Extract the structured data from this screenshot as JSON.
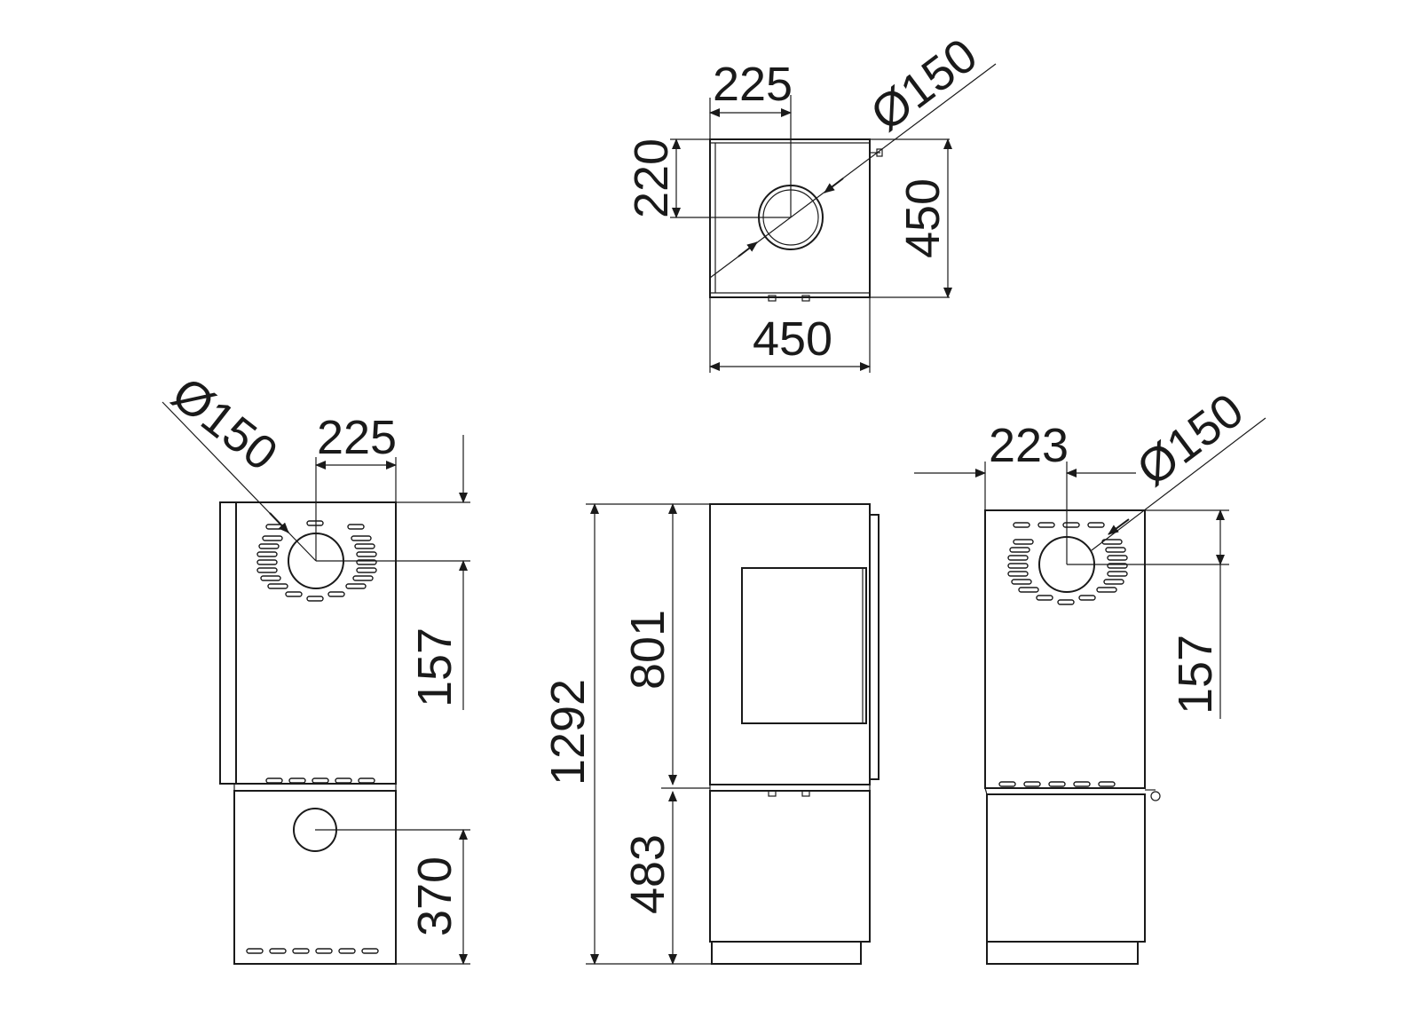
{
  "top_view": {
    "width_label": "450",
    "depth_label": "450",
    "flue_offset_x_label": "225",
    "flue_offset_y_label": "220",
    "flue_diameter_label": "Ø150"
  },
  "left_side_view": {
    "flue_offset_label": "225",
    "flue_diameter_label": "Ø150",
    "flue_height_label": "157",
    "rear_outlet_height_label": "370"
  },
  "front_view": {
    "total_height_label": "1292",
    "upper_height_label": "801",
    "lower_height_label": "483"
  },
  "right_side_view": {
    "flue_offset_label": "223",
    "flue_diameter_label": "Ø150",
    "flue_height_label": "157"
  }
}
